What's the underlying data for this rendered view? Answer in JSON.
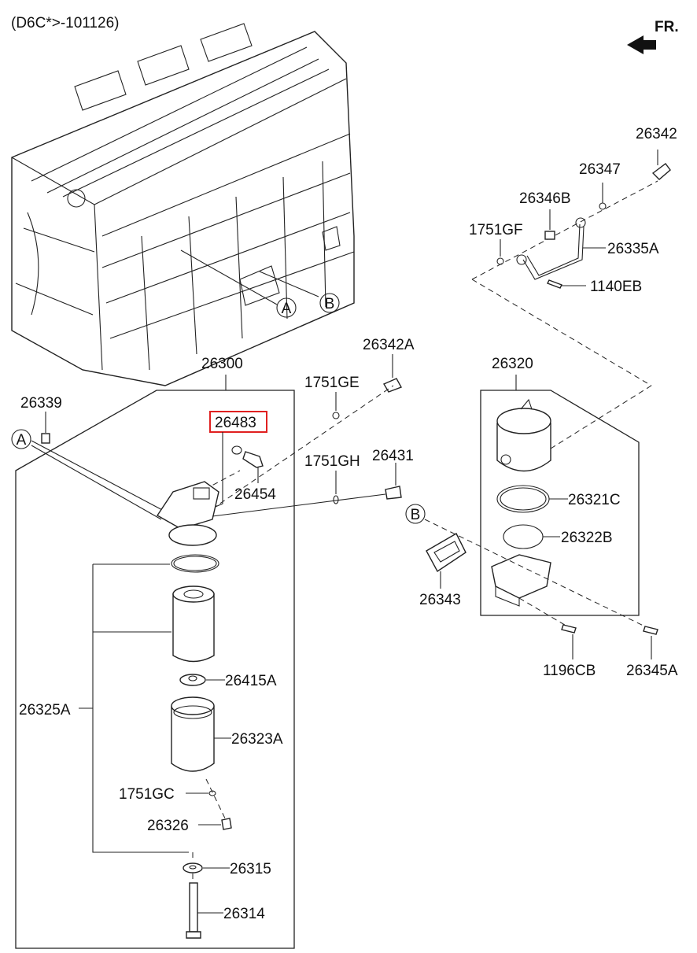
{
  "header": {
    "model_code": "(D6C*>-101126)",
    "direction": "FR."
  },
  "callouts": {
    "a": "A",
    "b": "B"
  },
  "highlight_color": "#e02020",
  "parts": {
    "p26342": "26342",
    "p26347": "26347",
    "p26346B": "26346B",
    "p1751GF": "1751GF",
    "p26335A": "26335A",
    "p1140EB": "1140EB",
    "p26342A": "26342A",
    "p26300": "26300",
    "p1751GE": "1751GE",
    "p26339": "26339",
    "p26483": "26483",
    "p26454": "26454",
    "p1751GH": "1751GH",
    "p26431": "26431",
    "p26320": "26320",
    "p26321C": "26321C",
    "p26322B": "26322B",
    "p26343": "26343",
    "p1196CB": "1196CB",
    "p26345A": "26345A",
    "p26415A": "26415A",
    "p26325A": "26325A",
    "p26323A": "26323A",
    "p1751GC": "1751GC",
    "p26326": "26326",
    "p26315": "26315",
    "p26314": "26314"
  }
}
